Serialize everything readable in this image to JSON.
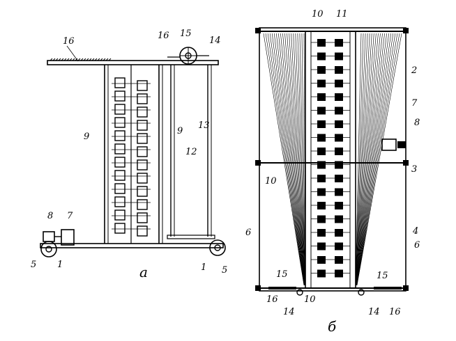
{
  "figure": {
    "captions": {
      "view_a": "а",
      "view_b": "б"
    },
    "labels_a": {
      "n16": "16",
      "n16b": "16",
      "n15": "15",
      "n14": "14",
      "n9": "9",
      "n9b": "9",
      "n13": "13",
      "n12": "12",
      "n8": "8",
      "n7": "7",
      "n5": "5",
      "n1": "1",
      "n1b": "1",
      "n5b": "5"
    },
    "labels_b": {
      "n10": "10",
      "n11": "11",
      "n2": "2",
      "n7": "7",
      "n8": "8",
      "n10b": "10",
      "n3": "3",
      "n6": "6",
      "n4": "4",
      "n6b": "6",
      "n15": "15",
      "n15b": "15",
      "n16": "16",
      "n14": "14",
      "n10c": "10",
      "n14b": "14",
      "n16b": "16"
    }
  }
}
